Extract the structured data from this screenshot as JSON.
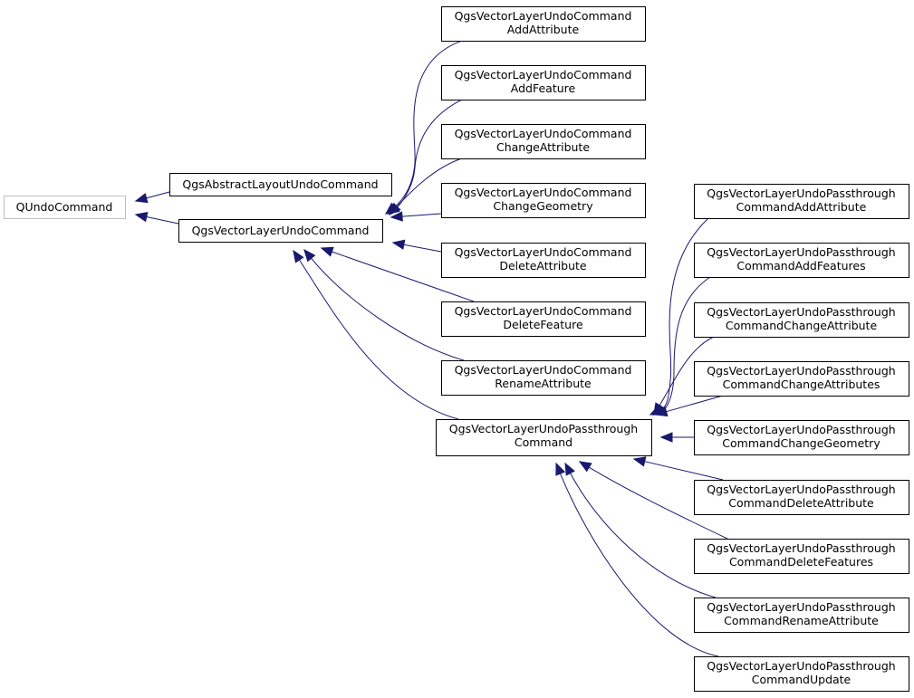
{
  "diagram": {
    "type": "class-inheritance-graph",
    "edge_color": "#191970",
    "nodes": [
      {
        "id": "qundo",
        "lines": [
          "QUndoCommand"
        ],
        "external": true
      },
      {
        "id": "abstractlayout",
        "lines": [
          "QgsAbstractLayoutUndoCommand"
        ]
      },
      {
        "id": "vlundo",
        "lines": [
          "QgsVectorLayerUndoCommand"
        ]
      },
      {
        "id": "addattr",
        "lines": [
          "QgsVectorLayerUndoCommand",
          "AddAttribute"
        ]
      },
      {
        "id": "addfeat",
        "lines": [
          "QgsVectorLayerUndoCommand",
          "AddFeature"
        ]
      },
      {
        "id": "changeattr",
        "lines": [
          "QgsVectorLayerUndoCommand",
          "ChangeAttribute"
        ]
      },
      {
        "id": "changegeom",
        "lines": [
          "QgsVectorLayerUndoCommand",
          "ChangeGeometry"
        ]
      },
      {
        "id": "delattr",
        "lines": [
          "QgsVectorLayerUndoCommand",
          "DeleteAttribute"
        ]
      },
      {
        "id": "delfeat",
        "lines": [
          "QgsVectorLayerUndoCommand",
          "DeleteFeature"
        ]
      },
      {
        "id": "renameattr",
        "lines": [
          "QgsVectorLayerUndoCommand",
          "RenameAttribute"
        ]
      },
      {
        "id": "passthrough",
        "lines": [
          "QgsVectorLayerUndoPassthrough",
          "Command"
        ]
      },
      {
        "id": "pt_addattr",
        "lines": [
          "QgsVectorLayerUndoPassthrough",
          "CommandAddAttribute"
        ]
      },
      {
        "id": "pt_addfeat",
        "lines": [
          "QgsVectorLayerUndoPassthrough",
          "CommandAddFeatures"
        ]
      },
      {
        "id": "pt_changeattr",
        "lines": [
          "QgsVectorLayerUndoPassthrough",
          "CommandChangeAttribute"
        ]
      },
      {
        "id": "pt_changeattrs",
        "lines": [
          "QgsVectorLayerUndoPassthrough",
          "CommandChangeAttributes"
        ]
      },
      {
        "id": "pt_changegeom",
        "lines": [
          "QgsVectorLayerUndoPassthrough",
          "CommandChangeGeometry"
        ]
      },
      {
        "id": "pt_delattr",
        "lines": [
          "QgsVectorLayerUndoPassthrough",
          "CommandDeleteAttribute"
        ]
      },
      {
        "id": "pt_delfeat",
        "lines": [
          "QgsVectorLayerUndoPassthrough",
          "CommandDeleteFeatures"
        ]
      },
      {
        "id": "pt_renameattr",
        "lines": [
          "QgsVectorLayerUndoPassthrough",
          "CommandRenameAttribute"
        ]
      },
      {
        "id": "pt_update",
        "lines": [
          "QgsVectorLayerUndoPassthrough",
          "CommandUpdate"
        ]
      }
    ],
    "edges": [
      {
        "from": "abstractlayout",
        "to": "qundo"
      },
      {
        "from": "vlundo",
        "to": "qundo"
      },
      {
        "from": "addattr",
        "to": "vlundo"
      },
      {
        "from": "addfeat",
        "to": "vlundo"
      },
      {
        "from": "changeattr",
        "to": "vlundo"
      },
      {
        "from": "changegeom",
        "to": "vlundo"
      },
      {
        "from": "delattr",
        "to": "vlundo"
      },
      {
        "from": "delfeat",
        "to": "vlundo"
      },
      {
        "from": "renameattr",
        "to": "vlundo"
      },
      {
        "from": "passthrough",
        "to": "vlundo"
      },
      {
        "from": "pt_addattr",
        "to": "passthrough"
      },
      {
        "from": "pt_addfeat",
        "to": "passthrough"
      },
      {
        "from": "pt_changeattr",
        "to": "passthrough"
      },
      {
        "from": "pt_changeattrs",
        "to": "passthrough"
      },
      {
        "from": "pt_changegeom",
        "to": "passthrough"
      },
      {
        "from": "pt_delattr",
        "to": "passthrough"
      },
      {
        "from": "pt_delfeat",
        "to": "passthrough"
      },
      {
        "from": "pt_renameattr",
        "to": "passthrough"
      },
      {
        "from": "pt_update",
        "to": "passthrough"
      }
    ]
  }
}
